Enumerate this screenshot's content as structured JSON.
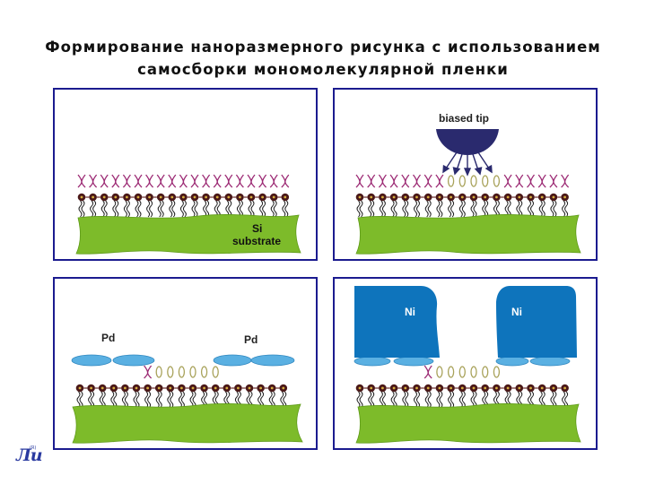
{
  "slide": {
    "title_line1": "Формирование наноразмерного рисунка с использованием",
    "title_line2": "самосборки мономолекулярной пленки"
  },
  "panels": {
    "p1": {
      "label_substrate_1": "Si",
      "label_substrate_2": "substrate"
    },
    "p2": {
      "label_tip": "biased tip"
    },
    "p3": {
      "label_pd_left": "Pd",
      "label_pd_right": "Pd"
    },
    "p4": {
      "label_ni_left": "Ni",
      "label_ni_right": "Ni"
    }
  },
  "colors": {
    "border": "#1b1b8f",
    "substrate": "#7dbb2a",
    "molecule_head": "#9c2a74",
    "molecule_head_modified": "#a8a25a",
    "molecule_node": "#4a1818",
    "molecule_chain": "#222222",
    "pd": "#5ab0e2",
    "ni": "#0e74bc",
    "tip": "#2a2a6e"
  }
}
